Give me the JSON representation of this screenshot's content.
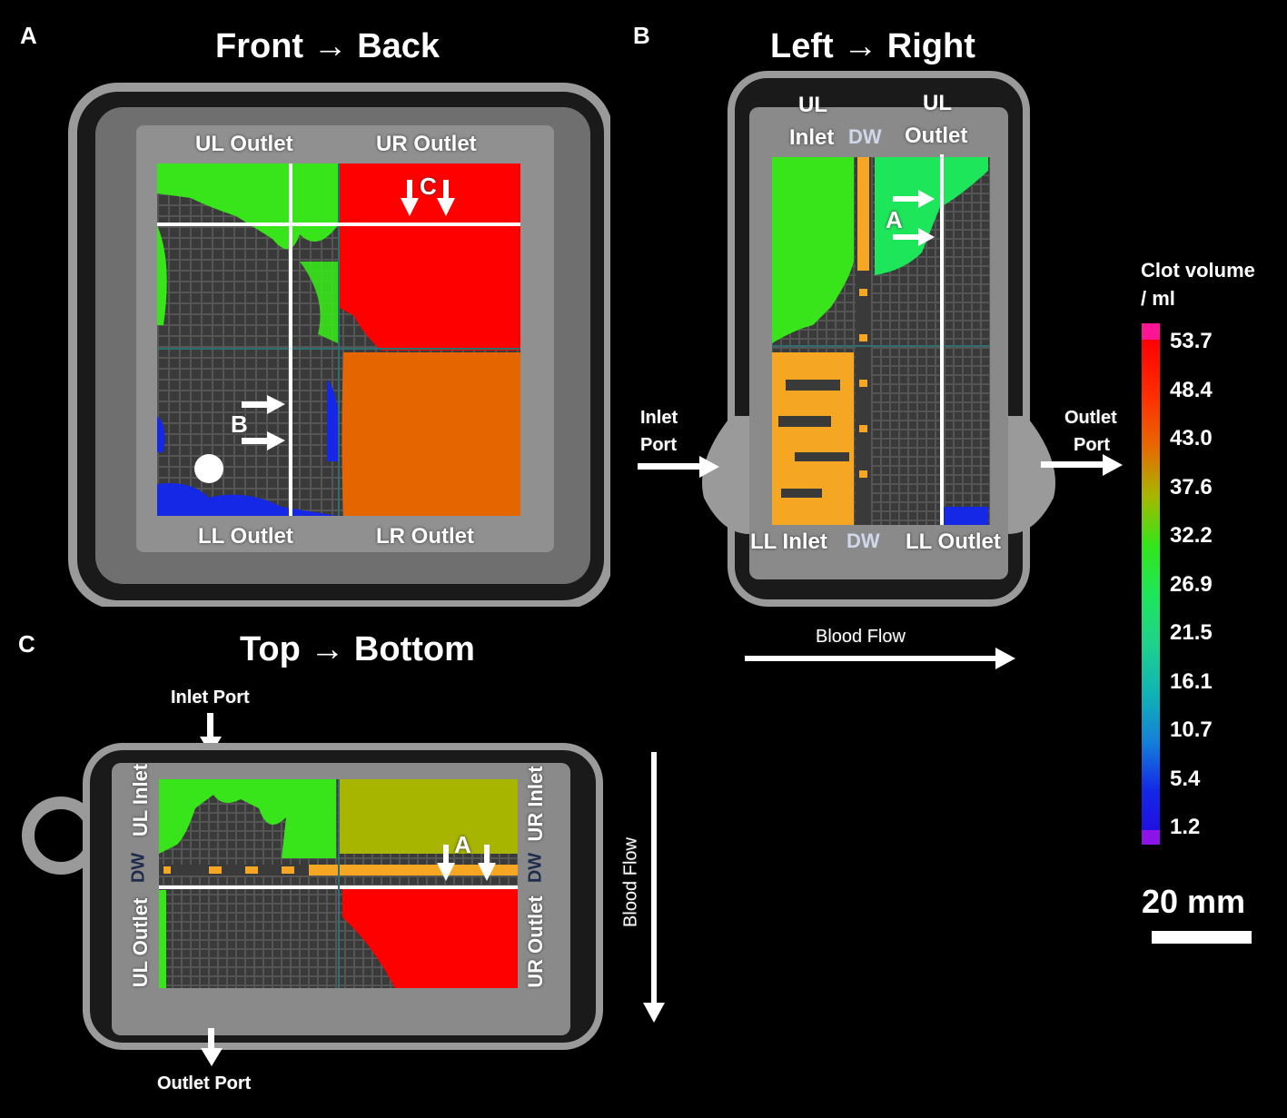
{
  "panels": {
    "a": {
      "letter": "A",
      "title": "Front → Back",
      "labels": {
        "ul_outlet": "UL Outlet",
        "ur_outlet": "UR Outlet",
        "ll_outlet": "LL Outlet",
        "lr_outlet": "LR Outlet",
        "marker_b": "B",
        "marker_c": "C"
      }
    },
    "b": {
      "letter": "B",
      "title": "Left → Right",
      "labels": {
        "ul_inlet_1": "UL",
        "ul_inlet_2": "Inlet",
        "ul_outlet_1": "UL",
        "ul_outlet_2": "Outlet",
        "dw_top": "DW",
        "ll_inlet": "LL Inlet",
        "dw_bottom": "DW",
        "ll_outlet": "LL Outlet",
        "marker_a": "A",
        "inlet_port_1": "Inlet",
        "inlet_port_2": "Port",
        "outlet_port_1": "Outlet",
        "outlet_port_2": "Port",
        "blood_flow": "Blood Flow"
      }
    },
    "c": {
      "letter": "C",
      "title": "Top → Bottom",
      "labels": {
        "inlet_port": "Inlet Port",
        "outlet_port": "Outlet Port",
        "ul_inlet": "UL Inlet",
        "ur_inlet": "UR Inlet",
        "dw_left": "DW",
        "dw_right": "DW",
        "ul_outlet": "UL Outlet",
        "ur_outlet": "UR Outlet",
        "marker_a": "A",
        "blood_flow": "Blood Flow"
      }
    }
  },
  "colorbar": {
    "title_1": "Clot volume",
    "title_2": "/ ml",
    "ticks": [
      "53.7",
      "48.4",
      "43.0",
      "37.6",
      "32.2",
      "26.9",
      "21.5",
      "16.1",
      "10.7",
      "5.4",
      "1.2"
    ],
    "colors": [
      "#ff00c8",
      "#ff0000",
      "#e66a00",
      "#a6b800",
      "#33e61a",
      "#1ee65a",
      "#1ed28c",
      "#10b4b4",
      "#1480d8",
      "#1428e6",
      "#8c14e6"
    ]
  },
  "scale_bar": {
    "label": "20 mm"
  },
  "colors": {
    "background": "#000000",
    "device_gray": "#8c8c8c",
    "clot_red": "#ff0000",
    "clot_orange": "#e56600",
    "clot_green": "#38e41a",
    "clot_olive": "#a7b400",
    "clot_amber": "#f5a623"
  }
}
